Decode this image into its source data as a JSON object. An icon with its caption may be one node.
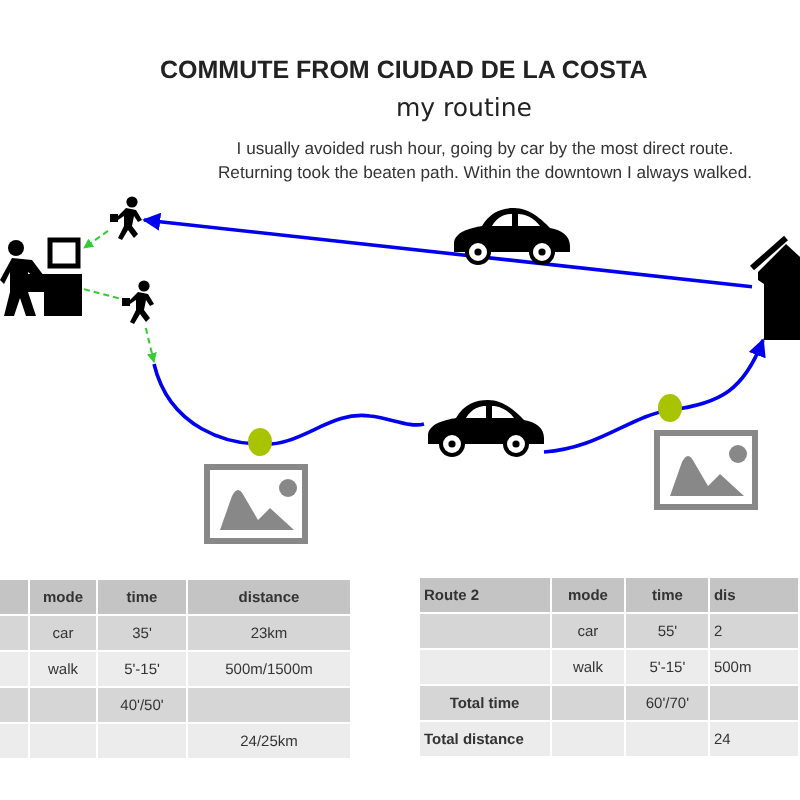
{
  "diagram": {
    "title": "COMMUTE FROM CIUDAD DE LA COSTA",
    "nodes": [
      {
        "text": [],
        "shape": "person"
      },
      {
        "text": [],
        "shape": "house"
      },
      {
        "text": [],
        "shape": "person"
      },
      {
        "text": [],
        "shape": "person"
      }
    ],
    "edges": [
      {
        "from": 1,
        "to": 2,
        "arrow": "to",
        "color": "#0000ee"
      },
      {
        "from": 2,
        "to": 0,
        "arrow": "to",
        "style": "dashed",
        "color": "#33cc33"
      },
      {
        "from": 0,
        "to": 3,
        "arrow": "none",
        "style": "dashed",
        "color": "#33cc33"
      },
      {
        "from": 3,
        "to": null,
        "arrow": "to",
        "style": "dashed",
        "color": "#33cc33"
      },
      {
        "from": null,
        "to": 1,
        "arrow": "to",
        "color": "#0000ee"
      }
    ],
    "labels": [
      "my routine",
      "I usually avoided rush hour, going by car by the most direct route. Returning took the beaten path. Within the downtown I always walked.",
      "mode",
      "time",
      "distance",
      "car",
      "35'",
      "23km",
      "walk",
      "5'-15'",
      "500m/1500m",
      "40'/50'",
      "24/25km",
      "Route 2",
      "mode",
      "time",
      "dis",
      "car",
      "55'",
      "2",
      "walk",
      "5'-15'",
      "500m",
      "Total time",
      "60'/70'",
      "Total distance",
      "24"
    ]
  }
}
